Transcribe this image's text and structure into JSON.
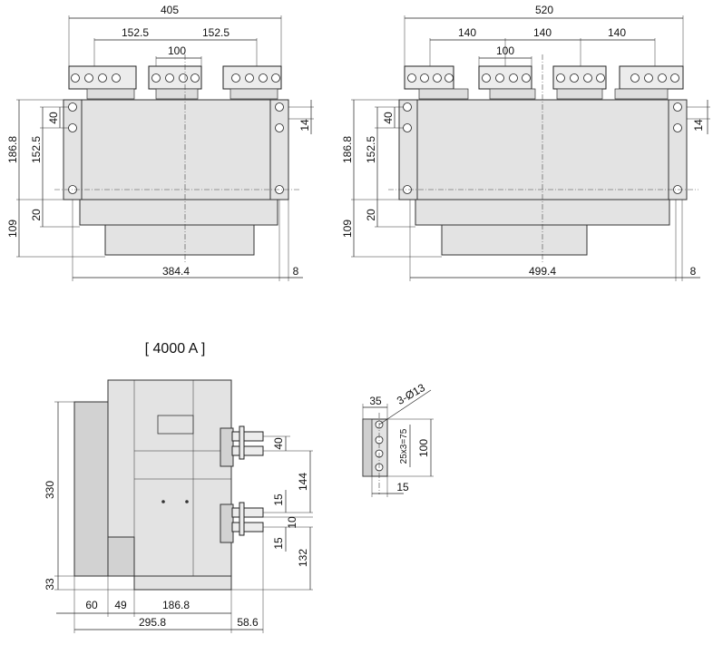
{
  "title": "[ 4000 A ]",
  "views": {
    "left_top": {
      "overall_width": "405",
      "pitch_left": "152.5",
      "pitch_right": "152.5",
      "pitch_center": "100",
      "height_total": "186.8",
      "height_inner": "152.5",
      "mount_40": "40",
      "offset_20": "20",
      "depth_109": "109",
      "right_14": "14",
      "base_width": "384.4",
      "side_8": "8"
    },
    "right_top": {
      "overall_width": "520",
      "pitch_1": "140",
      "pitch_2": "140",
      "pitch_3": "140",
      "pitch_center": "100",
      "height_total": "186.8",
      "height_inner": "152.5",
      "mount_40": "40",
      "offset_20": "20",
      "depth_109": "109",
      "right_14": "14",
      "base_width": "499.4",
      "side_8": "8"
    },
    "side": {
      "height_330": "330",
      "bottom_33": "33",
      "w_60": "60",
      "w_49": "49",
      "w_186": "186.8",
      "w_295": "295.8",
      "w_58": "58.6",
      "t_40": "40",
      "t_144": "144",
      "t_15a": "15",
      "t_10": "10",
      "t_15b": "15",
      "t_132": "132"
    },
    "detail": {
      "w_35": "35",
      "holes": "3-Ø13",
      "pitch": "25x3=75",
      "h_100": "100",
      "t_15": "15"
    }
  }
}
